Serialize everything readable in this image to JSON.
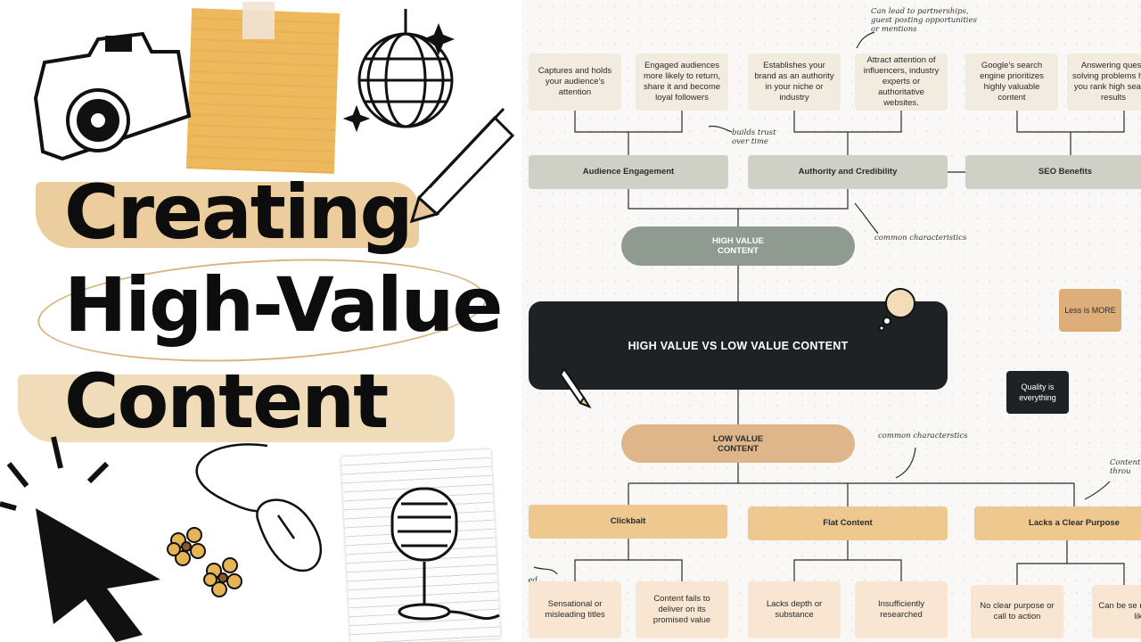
{
  "title": {
    "line1": "Creating",
    "line2": "High-Value",
    "line3": "Content"
  },
  "diagram": {
    "center": "HIGH VALUE VS LOW VALUE CONTENT",
    "high_pill": "HIGH VALUE\nCONTENT",
    "low_pill": "LOW VALUE\nCONTENT",
    "high_categories": [
      "Audience Engagement",
      "Authority and Credibility",
      "SEO Benefits"
    ],
    "high_leaves": [
      "Captures and holds your audience's attention",
      "Engaged audiences more likely to return, share it and become loyal followers",
      "Establishes your brand as an authority in your niche or industry",
      "Attract attention of influencers, industry experts or authoritative websites.",
      "Google's search engine prioritizes highly valuable content",
      "Answering questi solving problems help you rank high search results"
    ],
    "low_categories": [
      "Clickbait",
      "Flat Content",
      "Lacks a Clear Purpose"
    ],
    "low_leaves": [
      "Sensational or misleading titles",
      "Content fails to deliver on its promised value",
      "Lacks depth or substance",
      "Insufficiently researched",
      "No clear purpose or call to action",
      "Can be se random or lik"
    ],
    "side_notes": [
      "Less is MORE",
      "Quality is everything"
    ],
    "annotations": {
      "partnerships": "Can lead to partnerships, guest posting opportunities or mentions",
      "trust": "builds trust over time",
      "common_high": "common characteristics",
      "common_low": "common characterstics",
      "content_thru": "Content throu",
      "ed": "ed"
    }
  },
  "colors": {
    "center": "#1f2224",
    "high_pill": "#8f9b90",
    "low_pill": "#deb689",
    "brush": "#eccd9e",
    "tape": "#edb95c"
  }
}
